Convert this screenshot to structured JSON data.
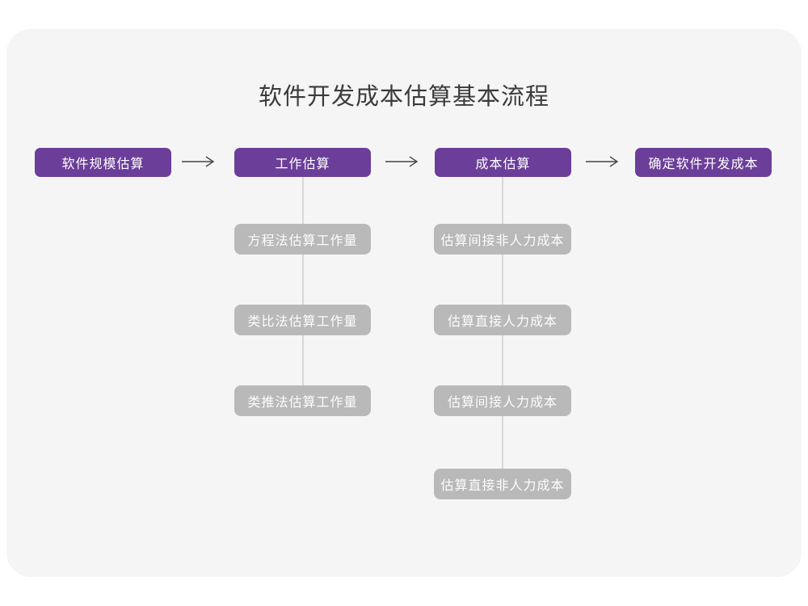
{
  "title": "软件开发成本估算基本流程",
  "colors": {
    "page_background": "#ffffff",
    "card_background": "#f5f5f6",
    "primary_box": "#6b3e99",
    "secondary_box": "#b9b9b9",
    "box_text": "#ffffff",
    "title_text": "#3b3b3b",
    "arrow": "#454545",
    "connector_line": "#d8d8d8"
  },
  "flow": {
    "main_steps": [
      {
        "label": "软件规模估算"
      },
      {
        "label": "工作估算"
      },
      {
        "label": "成本估算"
      },
      {
        "label": "确定软件开发成本"
      }
    ],
    "work_estimation_methods": [
      {
        "label": "方程法估算工作量"
      },
      {
        "label": "类比法估算工作量"
      },
      {
        "label": "类推法估算工作量"
      }
    ],
    "cost_estimation_items": [
      {
        "label": "估算间接非人力成本"
      },
      {
        "label": "估算直接人力成本"
      },
      {
        "label": "估算间接人力成本"
      },
      {
        "label": "估算直接非人力成本"
      }
    ]
  },
  "icons": {
    "right_arrow": "right-arrow-icon"
  }
}
